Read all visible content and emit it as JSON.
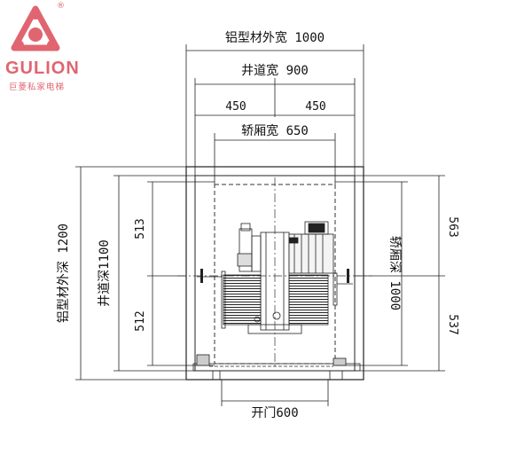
{
  "logo": {
    "brand": "GULION",
    "tagline": "巨菱私家电梯",
    "registered": "®",
    "color": "#e06571"
  },
  "dimensions": {
    "outer_width": "铝型材外宽 1000",
    "shaft_width": "井道宽 900",
    "half_left": "450",
    "half_right": "450",
    "car_width": "轿厢宽 650",
    "outer_depth": "铝型材外深 1200",
    "shaft_depth": "井道深1100",
    "upper_left": "513",
    "lower_left": "512",
    "car_depth": "轿厢深 1000",
    "upper_right": "563",
    "lower_right": "537",
    "door_opening": "开门600"
  }
}
